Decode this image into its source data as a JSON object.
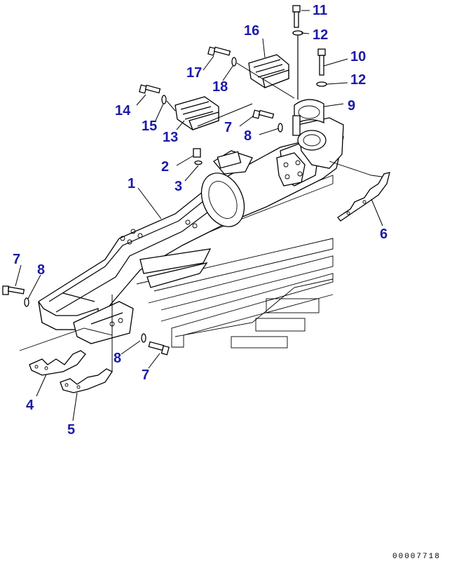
{
  "drawing_number": "00007718",
  "callouts": {
    "c1": "1",
    "c2": "2",
    "c3": "3",
    "c4": "4",
    "c5": "5",
    "c6": "6",
    "c7a": "7",
    "c7b": "7",
    "c7c": "7",
    "c8a": "8",
    "c8b": "8",
    "c8c": "8",
    "c9": "9",
    "c10": "10",
    "c11": "11",
    "c12a": "12",
    "c12b": "12",
    "c13": "13",
    "c14": "14",
    "c15": "15",
    "c16": "16",
    "c17": "17",
    "c18": "18"
  },
  "colors": {
    "callout": "#1a1aa8",
    "line": "#000000",
    "background": "#ffffff"
  }
}
